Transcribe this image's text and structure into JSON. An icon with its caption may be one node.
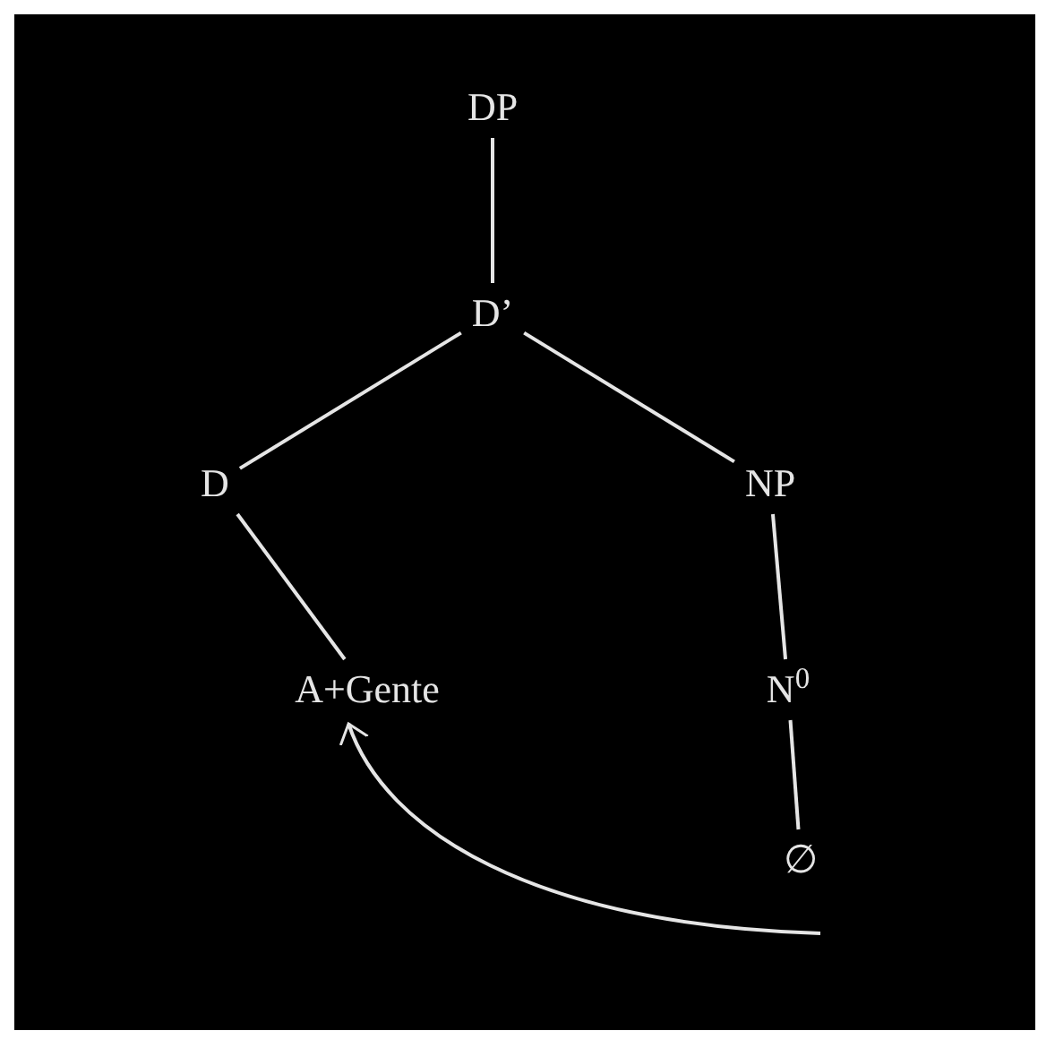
{
  "diagram": {
    "nodes": [
      {
        "text": [
          "DP"
        ]
      },
      {
        "text": [
          "D’"
        ]
      },
      {
        "text": [
          "D"
        ]
      },
      {
        "text": [
          "NP"
        ]
      },
      {
        "text": [
          "A+Gente"
        ]
      },
      {
        "text": [
          "N$^{0}$"
        ]
      },
      {
        "text": [
          "∅"
        ]
      }
    ],
    "edges": [
      {
        "from": 0,
        "to": 1,
        "arrow": "none"
      },
      {
        "from": 1,
        "to": 2,
        "arrow": "none"
      },
      {
        "from": 1,
        "to": 3,
        "arrow": "none"
      },
      {
        "from": 2,
        "to": 4,
        "arrow": "none"
      },
      {
        "from": 3,
        "to": 5,
        "arrow": "none"
      },
      {
        "from": 5,
        "to": 6,
        "arrow": "none"
      },
      {
        "from": null,
        "to": 4,
        "arrow": "to"
      }
    ]
  }
}
